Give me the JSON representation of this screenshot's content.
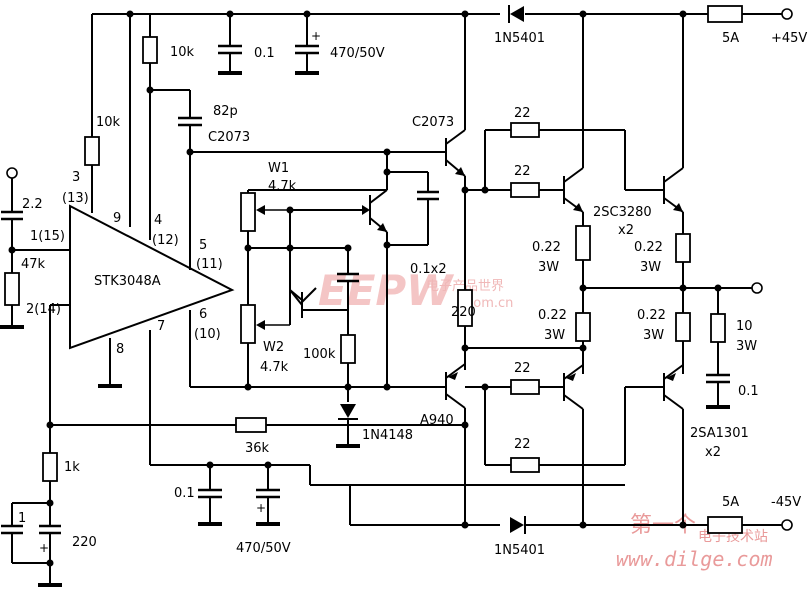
{
  "amplifier": {
    "name": "STK3048A"
  },
  "pins": {
    "p1": "1(15)",
    "p2": "2(14)",
    "p3": "3",
    "p3b": "(13)",
    "p4": "4",
    "p4b": "(12)",
    "p5": "5",
    "p5b": "(11)",
    "p6": "6",
    "p6b": "(10)",
    "p7": "7",
    "p8": "8",
    "p9": "9"
  },
  "components": {
    "c_in": "2.2",
    "r_47k": "47k",
    "r_10k_left": "10k",
    "r_10k_top": "10k",
    "c_01_top": "0.1",
    "c_470_top": "470/50V",
    "d_top": "1N5401",
    "fuse_top": "5A",
    "rail_pos": "+45V",
    "c_82p": "82p",
    "q_c2073_left": "C2073",
    "q_c2073_right": "C2073",
    "w1_name": "W1",
    "w1_val": "4.7k",
    "w2_name": "W2",
    "w2_val": "4.7k",
    "r_100k": "100k",
    "d_1n4148": "1N4148",
    "c_01x2": "0.1x2",
    "r_220": "220",
    "q_a940": "A940",
    "r_22_a": "22",
    "r_22_b": "22",
    "r_22_c": "22",
    "r_22_d": "22",
    "q_2sc3280": "2SC3280",
    "q_2sc3280_count": "x2",
    "re_a": "0.22",
    "re_a_w": "3W",
    "re_b": "0.22",
    "re_b_w": "3W",
    "re_c": "0.22",
    "re_c_w": "3W",
    "re_d": "0.22",
    "re_d_w": "3W",
    "r_10": "10",
    "r_10_w": "3W",
    "c_01_out": "0.1",
    "q_2sa1301": "2SA1301",
    "q_2sa1301_count": "x2",
    "r_36k": "36k",
    "r_1k": "1k",
    "c_1": "1",
    "c_220": "220",
    "c_01_bot": "0.1",
    "c_470_bot": "470/50V",
    "d_bot": "1N5401",
    "fuse_bot": "5A",
    "rail_neg": "-45V"
  },
  "watermarks": {
    "eepw": "EEPW",
    "eepw_cn": "电子产品世界",
    "eepw_url": ".com.cn",
    "site_cn": "第一个",
    "site_sub": "电子技术站",
    "site_url": "www.dilge.com"
  }
}
